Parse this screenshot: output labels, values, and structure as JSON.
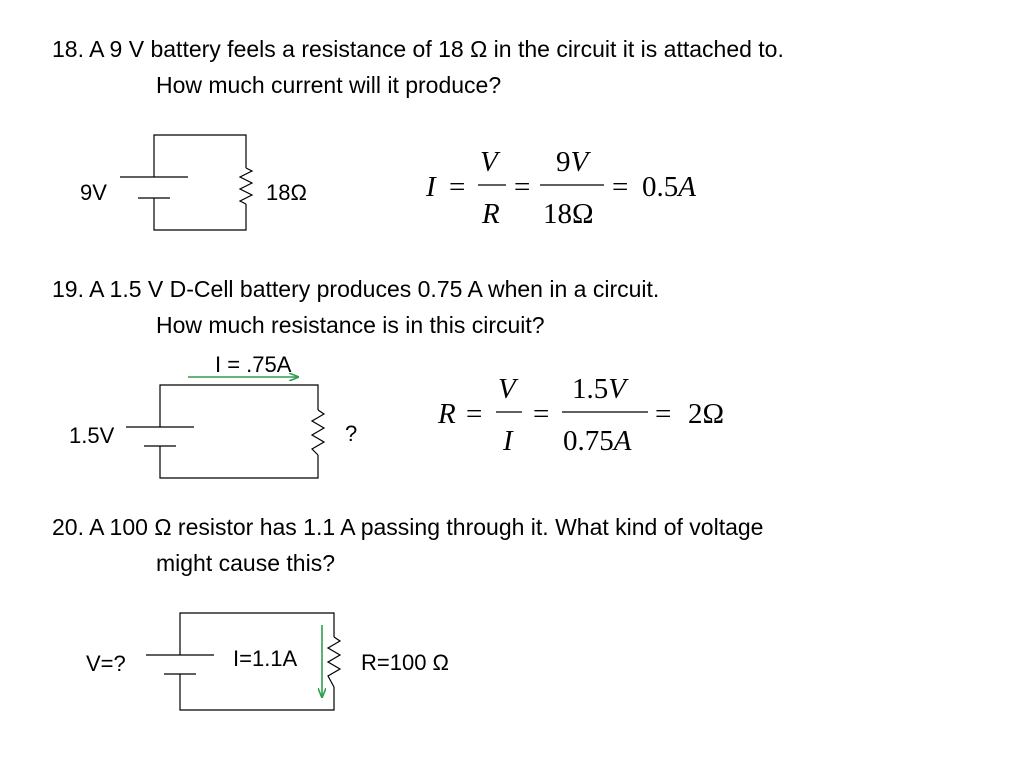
{
  "colors": {
    "ink": "#000000",
    "arrow": "#2e9e4e",
    "background": "#ffffff"
  },
  "questions": [
    {
      "line1": "18. A 9 V battery feels a resistance of 18 Ω in the circuit it is attached to.",
      "line2": "How much current will it produce?"
    },
    {
      "line1": "19. A 1.5 V D-Cell battery produces 0.75 A when in a circuit.",
      "line2": "How much resistance is in this circuit?"
    },
    {
      "line1": "20. A 100 Ω resistor has 1.1 A passing through it.  What kind of voltage",
      "line2": "might cause this?"
    }
  ],
  "circuits": [
    {
      "battery_label": "9V",
      "resistor_label": "18Ω"
    },
    {
      "battery_label": "1.5V",
      "resistor_label": "?",
      "current_label": "I = .75A"
    },
    {
      "battery_label": "V=?",
      "resistor_label": "R=100 Ω",
      "current_label": "I=1.1A"
    }
  ],
  "equations": [
    {
      "lhs": "I",
      "eq1": "=",
      "frac1_num": "V",
      "frac1_den": "R",
      "eq2": "=",
      "frac2_num_value": "9",
      "frac2_num_unit": "V",
      "frac2_den": "18Ω",
      "eq3": "=",
      "result_value": "0.5",
      "result_unit": "A"
    },
    {
      "lhs": "R",
      "eq1": "=",
      "frac1_num": "V",
      "frac1_den": "I",
      "eq2": "=",
      "frac2_num_value": "1.5",
      "frac2_num_unit": "V",
      "frac2_den_value": "0.75",
      "frac2_den_unit": "A",
      "eq3": "=",
      "result": "2Ω"
    }
  ]
}
